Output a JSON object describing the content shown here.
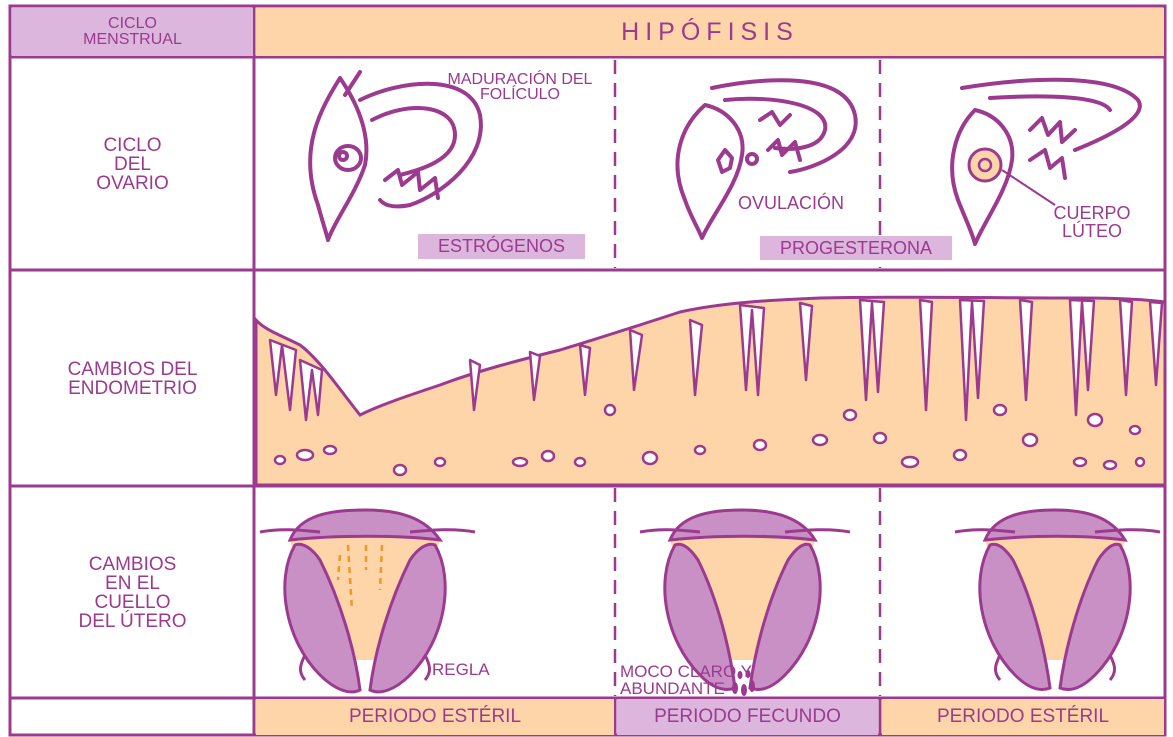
{
  "header": {
    "left_label": "CICLO MENSTRUAL",
    "title": "HIPÓFISIS"
  },
  "rows": {
    "ovary_label": "CICLO DEL OVARIO",
    "endometrium_label": "CAMBIOS DEL ENDOMETRIO",
    "cervix_label": "CAMBIOS EN EL CUELLO DEL ÚTERO"
  },
  "ovary": {
    "maturation_label": "MADURACIÓN DEL FOLÍCULO",
    "ovulation_label": "OVULACIÓN",
    "corpus_luteum_label": "CUERPO LÚTEO",
    "estrogens_label": "ESTRÓGENOS",
    "progesterone_label": "PROGESTERONA"
  },
  "cervix": {
    "period_label": "REGLA",
    "mucus_label": "MOCO CLARO Y ABUNDANTE"
  },
  "footer": {
    "phase_1": "PERIODO ESTÉRIL",
    "phase_2": "PERIODO FECUNDO",
    "phase_3": "PERIODO ESTÉRIL"
  },
  "colors": {
    "purple": "#9b3a8f",
    "lavender": "#dcb6dc",
    "peach": "#fdd5a8",
    "uterus_purple": "#c990c6",
    "blood_orange": "#f0962a"
  }
}
